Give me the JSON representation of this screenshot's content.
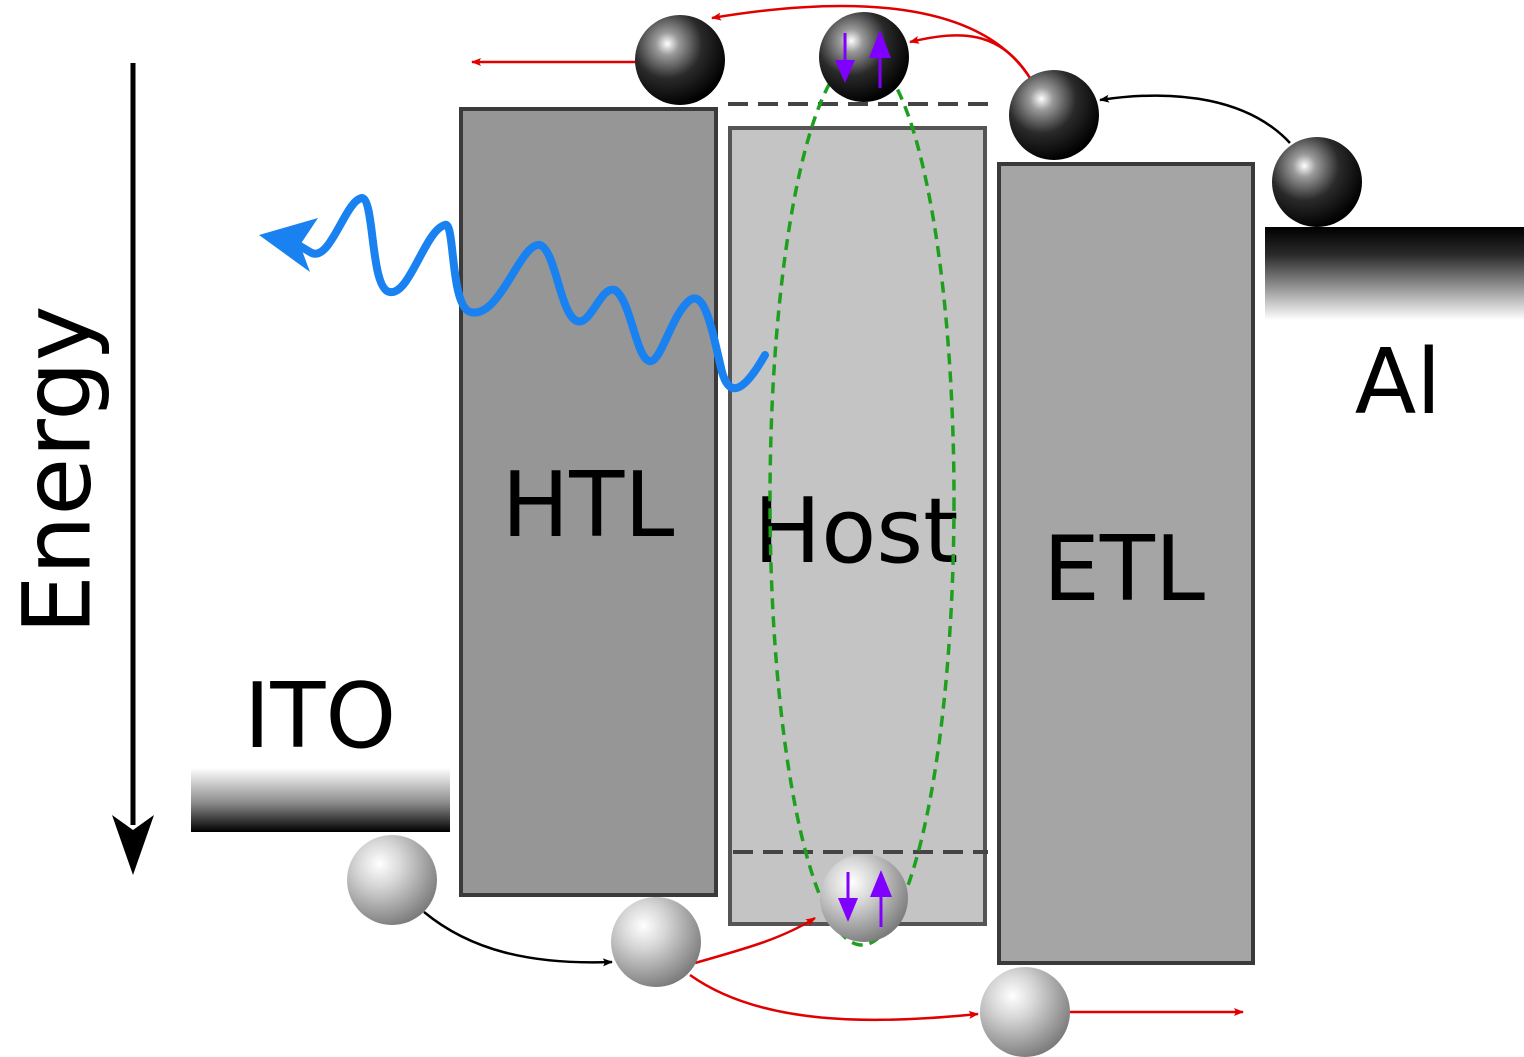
{
  "axis": {
    "label": "Energy"
  },
  "layers": {
    "htl": {
      "label": "HTL",
      "fill": "#969696"
    },
    "host": {
      "label": "Host",
      "fill": "#c4c4c4"
    },
    "etl": {
      "label": "ETL",
      "fill": "#a5a5a5"
    }
  },
  "electrodes": {
    "anode": {
      "label": "ITO"
    },
    "cathode": {
      "label": "Al"
    }
  },
  "colors": {
    "electron": "#000000",
    "hole": "#9a9a9a",
    "transport_arrow": "#000000",
    "loss_arrow": "#e00000",
    "photon": "#1a82f0",
    "exciton_outline": "#1ea01e",
    "spin": "#8000ff",
    "dopant_level": "#444444"
  },
  "icons": {
    "photon": "wavy-arrow-icon",
    "electron": "sphere-icon",
    "hole": "sphere-icon",
    "spin": "up-down-arrow-icon"
  }
}
